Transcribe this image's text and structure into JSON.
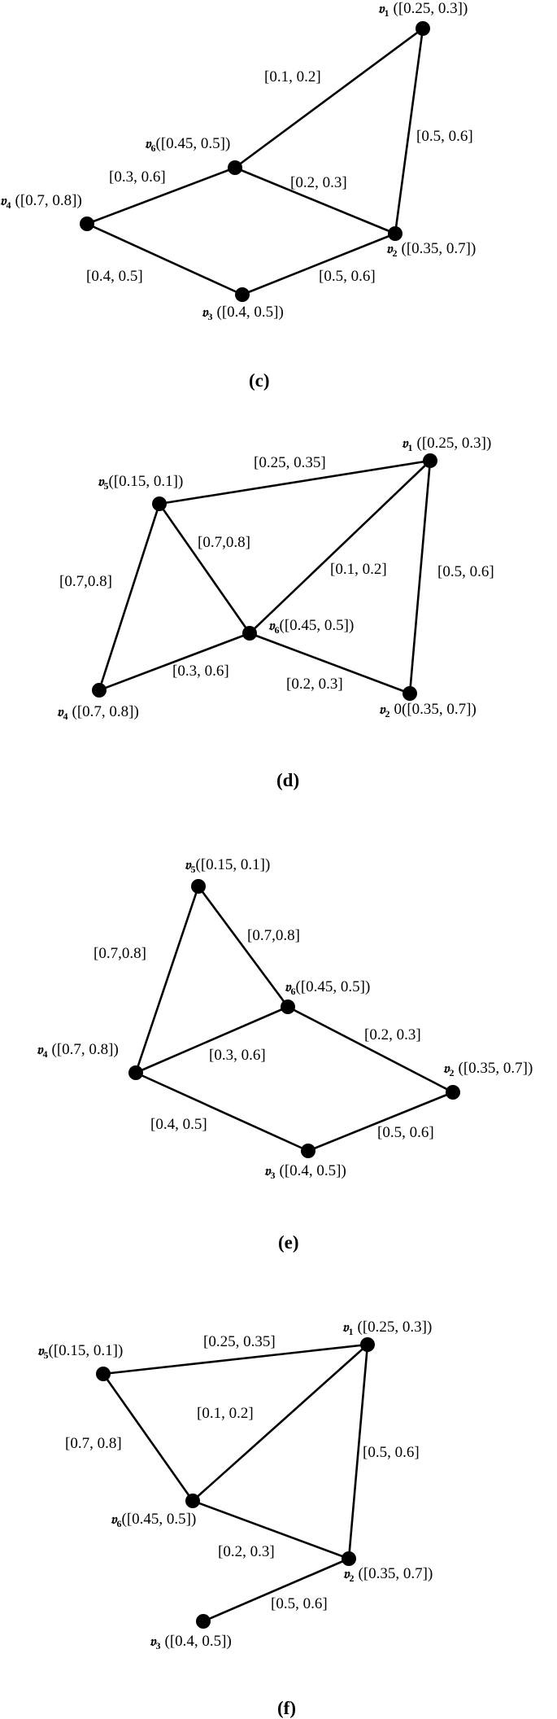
{
  "panels": [
    {
      "caption": "(c)",
      "vertices": {
        "v1": {
          "name": "𝔳",
          "sub": "1",
          "value": "([0.25, 0.3])"
        },
        "v6": {
          "name": "𝔳",
          "sub": "6",
          "value": "([0.45, 0.5])"
        },
        "v4": {
          "name": "𝔳",
          "sub": "4",
          "value": "([0.7, 0.8])"
        },
        "v2": {
          "name": "𝔳",
          "sub": "2",
          "value": "([0.35, 0.7])"
        },
        "v3": {
          "name": "𝔳",
          "sub": "3",
          "value": "([0.4, 0.5])"
        }
      },
      "edges": [
        {
          "from": "v6",
          "to": "v1",
          "label": "[0.1, 0.2]"
        },
        {
          "from": "v1",
          "to": "v2",
          "label": "[0.5, 0.6]"
        },
        {
          "from": "v6",
          "to": "v4",
          "label": "[0.3, 0.6]"
        },
        {
          "from": "v6",
          "to": "v2",
          "label": "[0.2, 0.3]"
        },
        {
          "from": "v4",
          "to": "v3",
          "label": "[0.4, 0.5]"
        },
        {
          "from": "v3",
          "to": "v2",
          "label": "[0.5, 0.6]"
        }
      ]
    },
    {
      "caption": "(d)",
      "vertices": {
        "v1": {
          "name": "𝔳",
          "sub": "1",
          "value": "([0.25, 0.3])"
        },
        "v5": {
          "name": "𝔳",
          "sub": "5",
          "value": "([0.15, 0.1])"
        },
        "v6": {
          "name": "𝔳",
          "sub": "6",
          "value": "([0.45, 0.5])"
        },
        "v4": {
          "name": "𝔳",
          "sub": "4",
          "value": "([0.7, 0.8])"
        },
        "v2": {
          "name": "𝔳",
          "sub": "2",
          "value": "0([0.35, 0.7])"
        }
      },
      "edges": [
        {
          "from": "v5",
          "to": "v1",
          "label": "[0.25, 0.35]"
        },
        {
          "from": "v5",
          "to": "v6",
          "label": "[0.7,0.8]"
        },
        {
          "from": "v5",
          "to": "v4",
          "label": "[0.7,0.8]"
        },
        {
          "from": "v6",
          "to": "v1",
          "label": "[0.1, 0.2]"
        },
        {
          "from": "v1",
          "to": "v2",
          "label": "[0.5, 0.6]"
        },
        {
          "from": "v4",
          "to": "v6",
          "label": "[0.3, 0.6]"
        },
        {
          "from": "v6",
          "to": "v2",
          "label": "[0.2, 0.3]"
        }
      ]
    },
    {
      "caption": "(e)",
      "vertices": {
        "v5": {
          "name": "𝔳",
          "sub": "5",
          "value": "([0.15, 0.1])"
        },
        "v6": {
          "name": "𝔳",
          "sub": "6",
          "value": "([0.45, 0.5])"
        },
        "v4": {
          "name": "𝔳",
          "sub": "4",
          "value": "([0.7, 0.8])"
        },
        "v2": {
          "name": "𝔳",
          "sub": "2",
          "value": "([0.35, 0.7])"
        },
        "v3": {
          "name": "𝔳",
          "sub": "3",
          "value": "([0.4, 0.5])"
        }
      },
      "edges": [
        {
          "from": "v5",
          "to": "v4",
          "label": "[0.7,0.8]"
        },
        {
          "from": "v5",
          "to": "v6",
          "label": "[0.7,0.8]"
        },
        {
          "from": "v4",
          "to": "v6",
          "label": "[0.3, 0.6]"
        },
        {
          "from": "v6",
          "to": "v2",
          "label": "[0.2, 0.3]"
        },
        {
          "from": "v4",
          "to": "v3",
          "label": "[0.4, 0.5]"
        },
        {
          "from": "v3",
          "to": "v2",
          "label": "[0.5, 0.6]"
        }
      ]
    },
    {
      "caption": "(f)",
      "vertices": {
        "v1": {
          "name": "𝔳",
          "sub": "1",
          "value": "([0.25, 0.3])"
        },
        "v5": {
          "name": "𝔳",
          "sub": "5",
          "value": "([0.15, 0.1])"
        },
        "v6": {
          "name": "𝔳",
          "sub": "6",
          "value": "([0.45, 0.5])"
        },
        "v2": {
          "name": "𝔳",
          "sub": "2",
          "value": "([0.35, 0.7])"
        },
        "v3": {
          "name": "𝔳",
          "sub": "3",
          "value": "([0.4, 0.5])"
        }
      },
      "edges": [
        {
          "from": "v5",
          "to": "v1",
          "label": "[0.25, 0.35]"
        },
        {
          "from": "v6",
          "to": "v1",
          "label": "[0.1, 0.2]"
        },
        {
          "from": "v5",
          "to": "v6",
          "label": "[0.7, 0.8]"
        },
        {
          "from": "v1",
          "to": "v2",
          "label": "[0.5, 0.6]"
        },
        {
          "from": "v6",
          "to": "v2",
          "label": "[0.2, 0.3]"
        },
        {
          "from": "v3",
          "to": "v2",
          "label": "[0.5, 0.6]"
        }
      ]
    }
  ]
}
